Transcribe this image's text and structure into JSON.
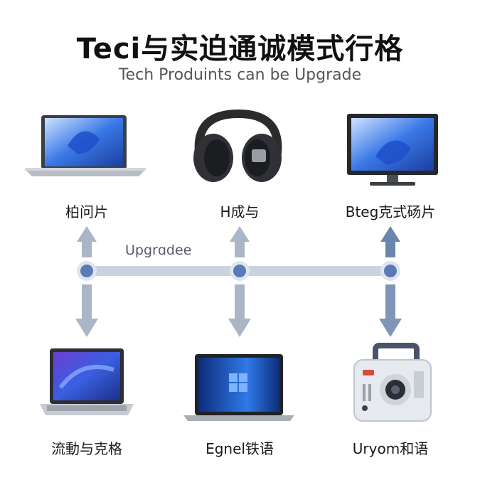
{
  "title": "Teci与实迫通诚模式行格",
  "subtitle": "Tech Produints can be Upgrade",
  "flow_label": "Upgrɑdee",
  "top_devices": [
    {
      "label": "柏问片",
      "icon": "laptop-icon"
    },
    {
      "label": "H成与",
      "icon": "headphones-icon"
    },
    {
      "label": "Bteg克式砀片",
      "icon": "monitor-icon"
    }
  ],
  "bottom_devices": [
    {
      "label": "流動与克格",
      "icon": "laptop-icon"
    },
    {
      "label": "Egnel铁语",
      "icon": "laptop-icon"
    },
    {
      "label": "Uryom和语",
      "icon": "projector-icon"
    }
  ],
  "colors": {
    "arrow": "#9aa7bd",
    "arrow_dark": "#6b86ad",
    "node": "#5b7bb5",
    "line": "#c5cfdd",
    "screen": "#2f63d8"
  }
}
